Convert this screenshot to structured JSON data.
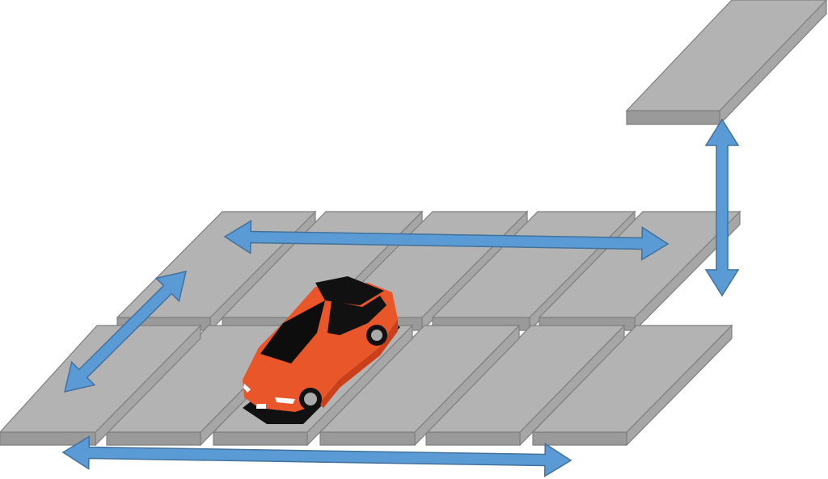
{
  "colors": {
    "slab_top": "#b3b3b3",
    "slab_side": "#a6a6a6",
    "slab_front": "#9a9a9a",
    "slab_stroke": "#7f7f7f",
    "arrow_fill": "#5b9bd5",
    "arrow_stroke": "#41719c",
    "car_body": "#e8562a",
    "car_dark": "#c9401a",
    "car_glass": "#0d0d0d",
    "shadow": "#111111"
  },
  "grid": {
    "rows": 2,
    "columns": 5
  },
  "arrows": [
    "horizontal-back-row",
    "horizontal-front-row",
    "diagonal-row-shift",
    "vertical-lift"
  ]
}
